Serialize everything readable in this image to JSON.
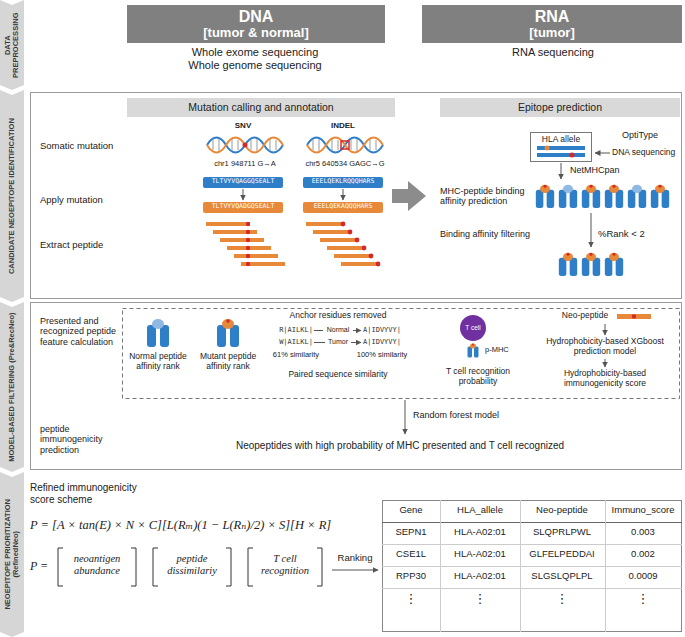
{
  "diagram": {
    "nodes": [
      {
        "text": [
          "DATA PREPROCESSING"
        ]
      },
      {
        "text": [
          "DNA",
          "[tumor & normal]"
        ]
      },
      {
        "text": [
          "RNA",
          "[tumor]"
        ]
      },
      {
        "text": [
          "CANDIDATE NEOEPITOPE IDENTIFICATION"
        ]
      },
      {
        "text": [
          "Mutation calling and annotation"
        ]
      },
      {
        "text": [
          "Epitope prediction"
        ]
      },
      {
        "text": [
          "HLA allele"
        ]
      },
      {
        "text": [
          "MODEL-BASED FILTERING (Pre&RecNeo)"
        ]
      },
      {
        "text": [
          "T cell"
        ]
      },
      {
        "text": [
          "NEOEPITOPE PRIORITIZATION (RefinedNeo)"
        ]
      }
    ],
    "labels": [
      "Whole exome sequencing",
      "Whole genome sequencing",
      "RNA sequencing",
      "SNV",
      "INDEL",
      "Somatic mutation",
      "chr1 948711 G→A",
      "chr5 640534 GAGC→G",
      "Apply mutation",
      "TLTVYVQAGGQSEALT",
      "TLTVYVQADGQSEALT",
      "EEELQEKLRQQQHARS",
      "EEELQEKAQQQHARS",
      "Extract peptide",
      "OptiType",
      "DNA sequencing",
      "NetMHCpan",
      "MHC-peptide binding affinity prediction",
      "Binding affinity filtering",
      "%Rank < 2",
      "Presented and recognized peptide feature calculation",
      "Normal peptide affinity rank",
      "Mutant peptide affinity rank",
      "Anchor residues removed",
      "R|AILKL|",
      "Normal",
      "A|IDVYVY|",
      "W|AILKL|",
      "Tumor",
      "A|IDVYVY|",
      "61% similarity",
      "100% similarity",
      "Paired sequence similarity",
      "p-MHC",
      "T cell recognition probability",
      "Neo-peptide",
      "Hydrophobicity-based XGboost prediction model",
      "Hydrophobicity-based immunogenicity score",
      "peptide immunogenicity prediction",
      "Random forest model",
      "Neopeptides with high probability of MHC presented and T cell recognized",
      "Refined immunogenicity score scheme",
      "P = [A × tan(E) × N × C][L(Rₘ)(1 − L(Rₙ)/2) × S][H × R]",
      "P =",
      "neoantigen abundance",
      "peptide dissimilariy",
      "T cell recognition",
      "Ranking",
      "Gene",
      "HLA_allele",
      "Neo-peptide",
      "Immuno_score",
      "SEPN1",
      "HLA-A02:01",
      "SLQPRLPWL",
      "0.003",
      "CSE1L",
      "HLA-A02:01",
      "GLFELPEDDAI",
      "0.002",
      "RPP30",
      "HLA-A02:01",
      "SLGSLQPLPL",
      "0.0009",
      "⋮",
      "⋮",
      "⋮",
      "⋮"
    ]
  }
}
